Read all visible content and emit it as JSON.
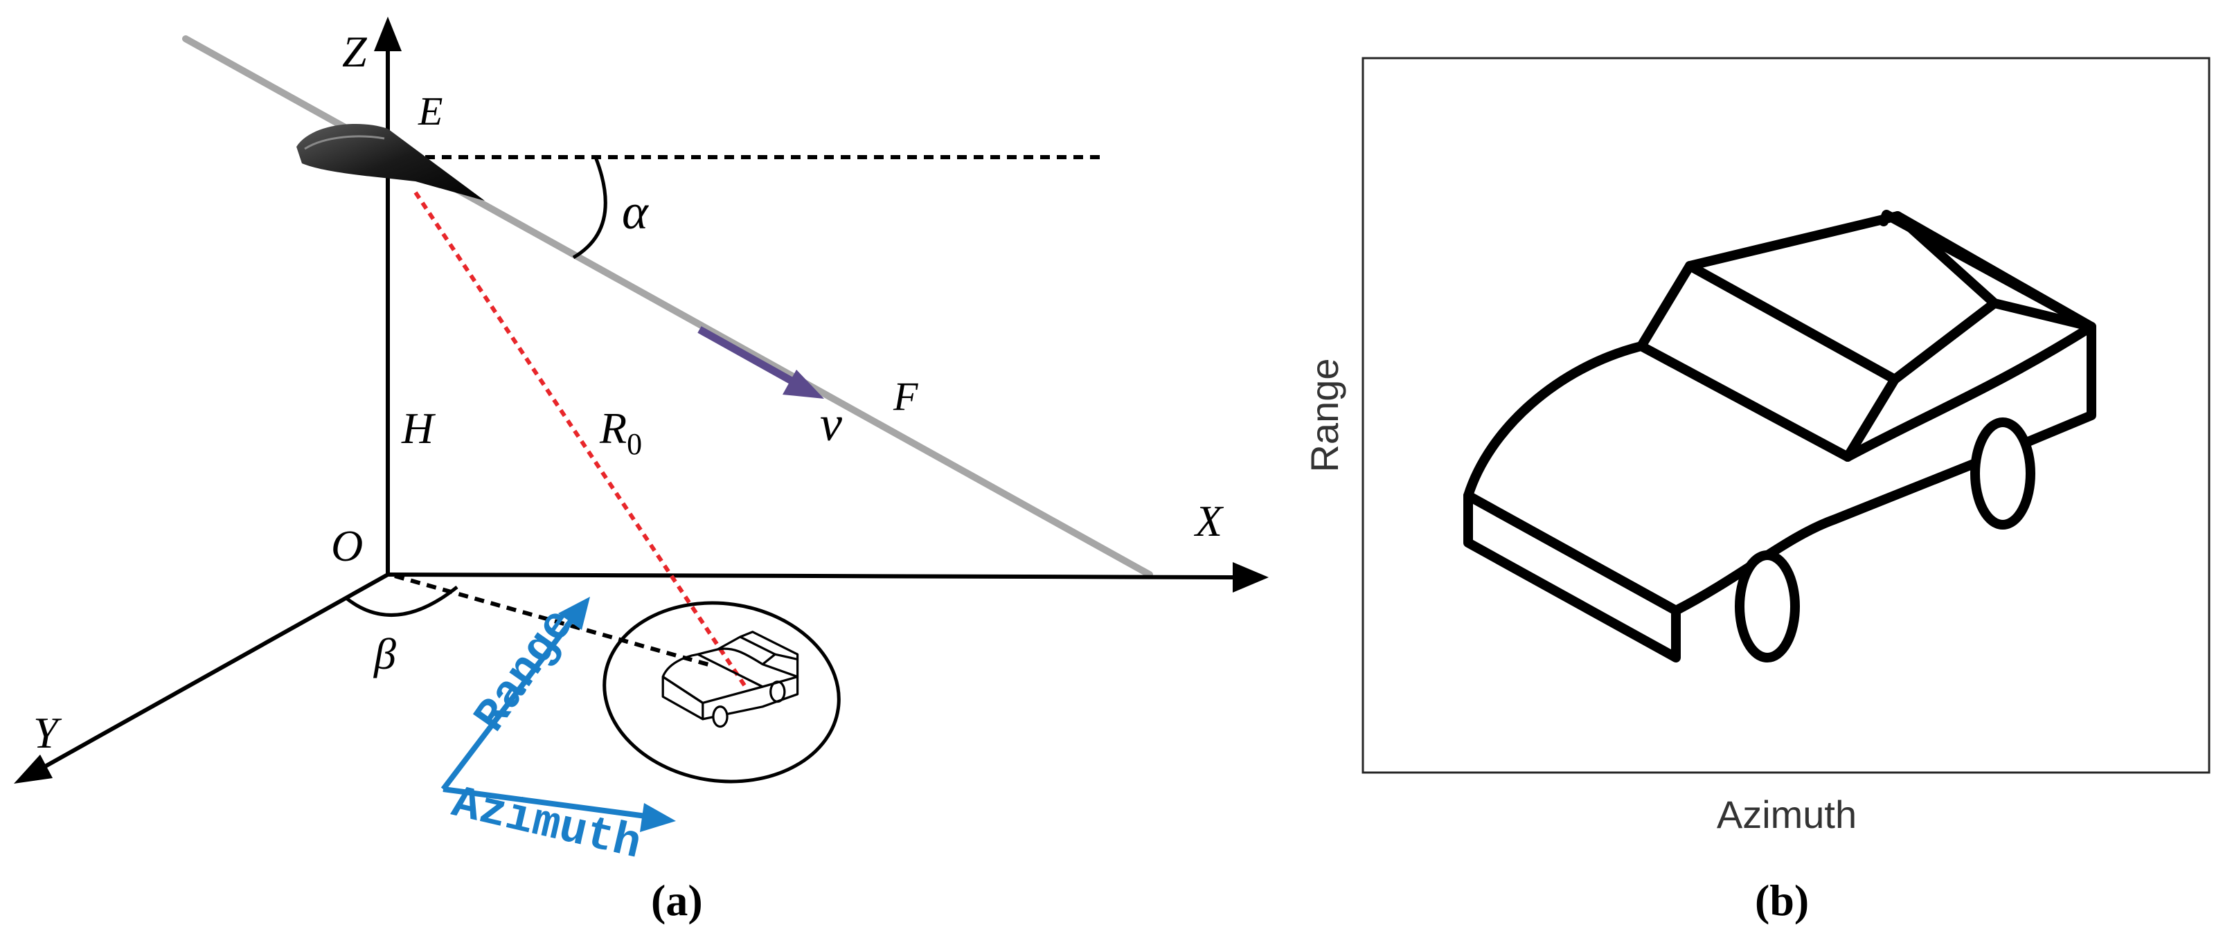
{
  "panel_a": {
    "caption": "(a)",
    "labels": {
      "z": "Z",
      "x": "X",
      "y": "Y",
      "origin": "O",
      "e": "E",
      "f": "F",
      "h": "H",
      "alpha": "α",
      "beta": "β",
      "velocity": "v",
      "r0_main": "R",
      "r0_sub": "0"
    },
    "direction_labels": {
      "range": "Range",
      "azimuth": "Azimuth"
    }
  },
  "panel_b": {
    "caption": "(b)",
    "xlabel": "Azimuth",
    "ylabel": "Range"
  },
  "colors": {
    "axis": "#000000",
    "flight_path": "#a6a6a6",
    "velocity_arrow": "#5b4a8c",
    "slant_range": "#e8262a",
    "direction_arrows": "#1a7ec8"
  },
  "icons": [
    "aircraft-icon",
    "car-icon"
  ]
}
